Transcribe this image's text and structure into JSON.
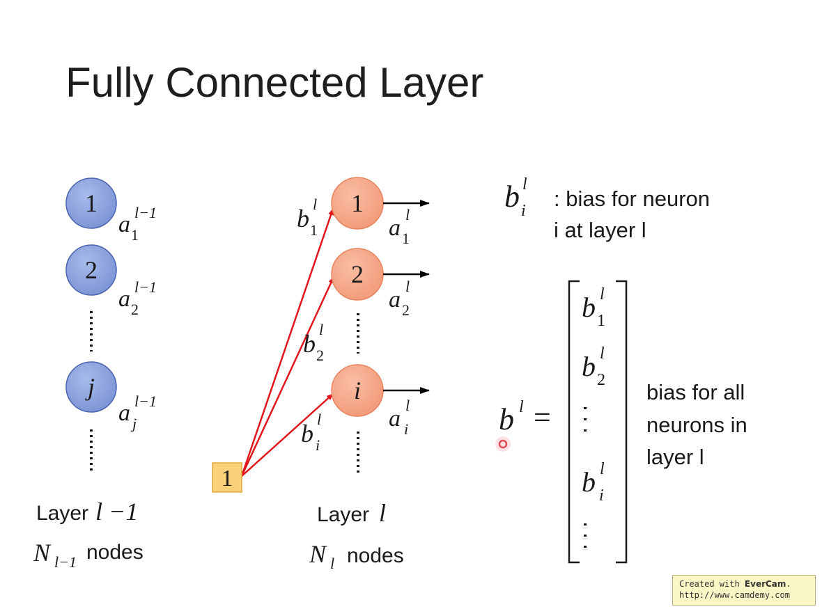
{
  "slide": {
    "title": "Fully Connected Layer"
  },
  "prev_layer": {
    "nodes": [
      "1",
      "2",
      "j"
    ],
    "act_base": "a",
    "act_sup": "l−1",
    "act_subs": [
      "1",
      "2",
      "j"
    ],
    "label_word": "Layer",
    "label_math": "l −1",
    "count_base": "N",
    "count_sub": "l−1",
    "count_word": "nodes"
  },
  "cur_layer": {
    "nodes": [
      "1",
      "2",
      "i"
    ],
    "act_base": "a",
    "act_sup": "l",
    "act_subs": [
      "1",
      "2",
      "i"
    ],
    "bias_base": "b",
    "bias_sup": "l",
    "bias_subs": [
      "1",
      "2",
      "i"
    ],
    "bias_input": "1",
    "label_word": "Layer",
    "label_math": "l",
    "count_base": "N",
    "count_sub": "l",
    "count_word": "nodes"
  },
  "definitions": {
    "bias_symbol_base": "b",
    "bias_symbol_sup": "l",
    "bias_symbol_sub": "i",
    "bias_desc_line1": ": bias for neuron",
    "bias_desc_line2": "i at layer l",
    "vector_base": "b",
    "vector_sup": "l",
    "equals": "=",
    "vector_entries": [
      "1",
      "2",
      "i"
    ],
    "vector_desc_line1": "bias for all",
    "vector_desc_line2": "neurons in",
    "vector_desc_line3": "layer l"
  },
  "watermark": {
    "prefix": "Created with ",
    "brand": "EverCam",
    "suffix": ".",
    "url": "http://www.camdemy.com"
  },
  "colors": {
    "prev_node_fill": "#8da4dd",
    "prev_node_stroke": "#4a64b0",
    "cur_node_fill": "#f4a98a",
    "cur_node_stroke": "#e8845f",
    "bias_box_fill": "#fbd27a",
    "bias_box_stroke": "#e0a83a",
    "bias_arrow": "#e0161c",
    "cursor": "#d81a2a"
  }
}
